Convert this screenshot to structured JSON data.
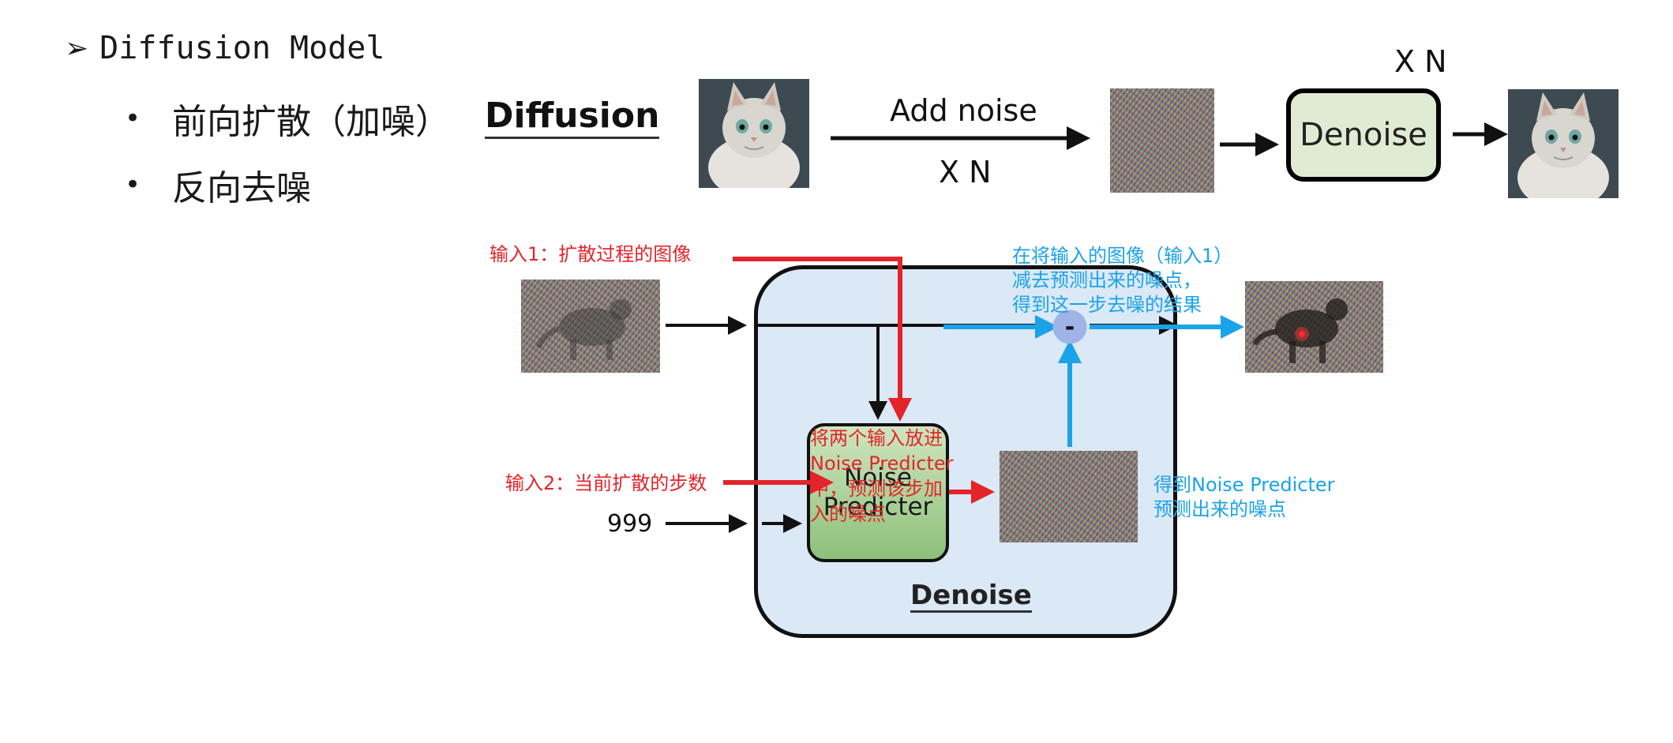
{
  "slide": {
    "heading_arrow": "➢",
    "heading": "Diffusion Model",
    "bullets": [
      {
        "marker": "•",
        "text": "前向扩散（加噪）"
      },
      {
        "marker": "•",
        "text": "反向去噪"
      }
    ]
  },
  "top_diagram": {
    "title": "Diffusion",
    "add_noise_label": "Add noise",
    "repeat_below": "X N",
    "repeat_above": "X N",
    "denoise_label": "Denoise"
  },
  "denoise_diagram": {
    "module_label": "Denoise",
    "predictor_label_line1": "Noise",
    "predictor_label_line2": "Predicter",
    "step_number": "999",
    "minus_sign": "-"
  },
  "annotations": {
    "input1": "输入1：扩散过程的图像",
    "input2": "输入2：当前扩散的步数",
    "put_in_lines": [
      "将两个输入放进",
      "Noise Predicter",
      "中，预测该步加",
      "入的噪点"
    ],
    "subtract_lines": [
      "在将输入的图像（输入1）",
      "减去预测出来的噪点，",
      "得到这一步去噪的结果"
    ],
    "predicted_lines": [
      "得到Noise Predicter",
      "预测出来的噪点"
    ]
  },
  "colors": {
    "annotation_red": "#e3242b",
    "annotation_blue": "#1aa3e8",
    "denoise_panel_fill": "#dbe8f6",
    "predictor_fill": "#a8d18f",
    "denoise_box_fill": "#dfecd3"
  }
}
